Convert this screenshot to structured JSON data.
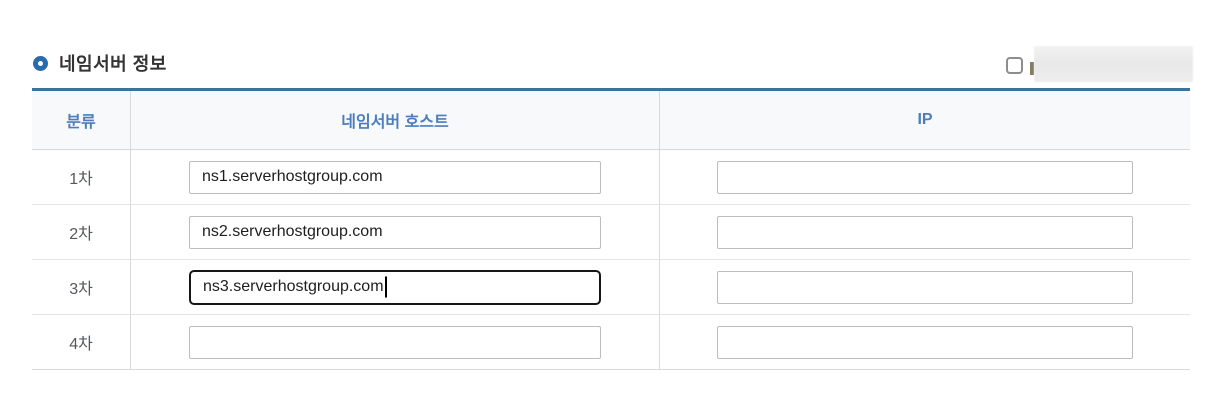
{
  "section": {
    "title": "네임서버 정보"
  },
  "checkbox": {
    "checked": false,
    "label": "",
    "label_redacted": true
  },
  "table": {
    "headers": {
      "category": "분류",
      "host": "네임서버 호스트",
      "ip": "IP"
    },
    "rows": [
      {
        "label": "1차",
        "host": "ns1.serverhostgroup.com",
        "ip": "",
        "focused": false
      },
      {
        "label": "2차",
        "host": "ns2.serverhostgroup.com",
        "ip": "",
        "focused": false
      },
      {
        "label": "3차",
        "host": "ns3.serverhostgroup.com",
        "ip": "",
        "focused": true
      },
      {
        "label": "4차",
        "host": "",
        "ip": "",
        "focused": false
      }
    ]
  },
  "colors": {
    "accent_blue": "#4c7ebd",
    "table_top_border": "#3a749c",
    "title_bullet": "#2a6bad",
    "focused_input_border": "#161616"
  }
}
